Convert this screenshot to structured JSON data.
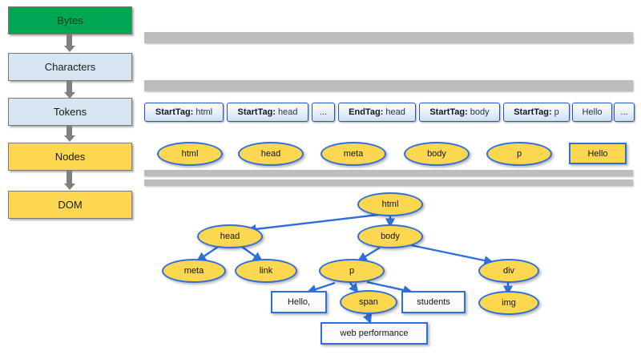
{
  "pipeline": {
    "stages": [
      {
        "label": "Bytes",
        "style": "green"
      },
      {
        "label": "Characters",
        "style": "blue"
      },
      {
        "label": "Tokens",
        "style": "blue"
      },
      {
        "label": "Nodes",
        "style": "yellow"
      },
      {
        "label": "DOM",
        "style": "yellow"
      }
    ]
  },
  "tokens": [
    {
      "prefix": "StartTag:",
      "value": " html"
    },
    {
      "prefix": "StartTag:",
      "value": " head"
    },
    {
      "prefix": "",
      "value": "..."
    },
    {
      "prefix": "EndTag:",
      "value": " head"
    },
    {
      "prefix": "StartTag:",
      "value": " body"
    },
    {
      "prefix": "StartTag:",
      "value": " p"
    },
    {
      "prefix": "",
      "value": "Hello"
    },
    {
      "prefix": "",
      "value": "..."
    }
  ],
  "nodes_row": [
    {
      "label": "html",
      "shape": "ellipse"
    },
    {
      "label": "head",
      "shape": "ellipse"
    },
    {
      "label": "meta",
      "shape": "ellipse"
    },
    {
      "label": "body",
      "shape": "ellipse"
    },
    {
      "label": "p",
      "shape": "ellipse"
    },
    {
      "label": "Hello",
      "shape": "rect"
    }
  ],
  "dom_tree": {
    "nodes": [
      {
        "id": "html",
        "label": "html",
        "shape": "ellipse"
      },
      {
        "id": "head",
        "label": "head",
        "shape": "ellipse"
      },
      {
        "id": "body",
        "label": "body",
        "shape": "ellipse"
      },
      {
        "id": "meta",
        "label": "meta",
        "shape": "ellipse"
      },
      {
        "id": "link",
        "label": "link",
        "shape": "ellipse"
      },
      {
        "id": "p",
        "label": "p",
        "shape": "ellipse"
      },
      {
        "id": "div",
        "label": "div",
        "shape": "ellipse"
      },
      {
        "id": "img",
        "label": "img",
        "shape": "ellipse"
      },
      {
        "id": "hello",
        "label": "Hello,",
        "shape": "text"
      },
      {
        "id": "span",
        "label": "span",
        "shape": "ellipse"
      },
      {
        "id": "students",
        "label": "students",
        "shape": "text"
      },
      {
        "id": "webperf",
        "label": "web performance",
        "shape": "text"
      }
    ],
    "edges": [
      [
        "html",
        "head"
      ],
      [
        "html",
        "body"
      ],
      [
        "head",
        "meta"
      ],
      [
        "head",
        "link"
      ],
      [
        "body",
        "p"
      ],
      [
        "body",
        "div"
      ],
      [
        "p",
        "hello"
      ],
      [
        "p",
        "span"
      ],
      [
        "p",
        "students"
      ],
      [
        "div",
        "img"
      ],
      [
        "span",
        "webperf"
      ]
    ]
  },
  "colors": {
    "green": "#00a651",
    "yellow": "#fdd750",
    "light_blue": "#d7e5f2",
    "node_border": "#2f6fdb",
    "token_border": "#2255cc",
    "gray_bar": "#bdbdbd",
    "arrow_gray": "#7f7f7f"
  }
}
